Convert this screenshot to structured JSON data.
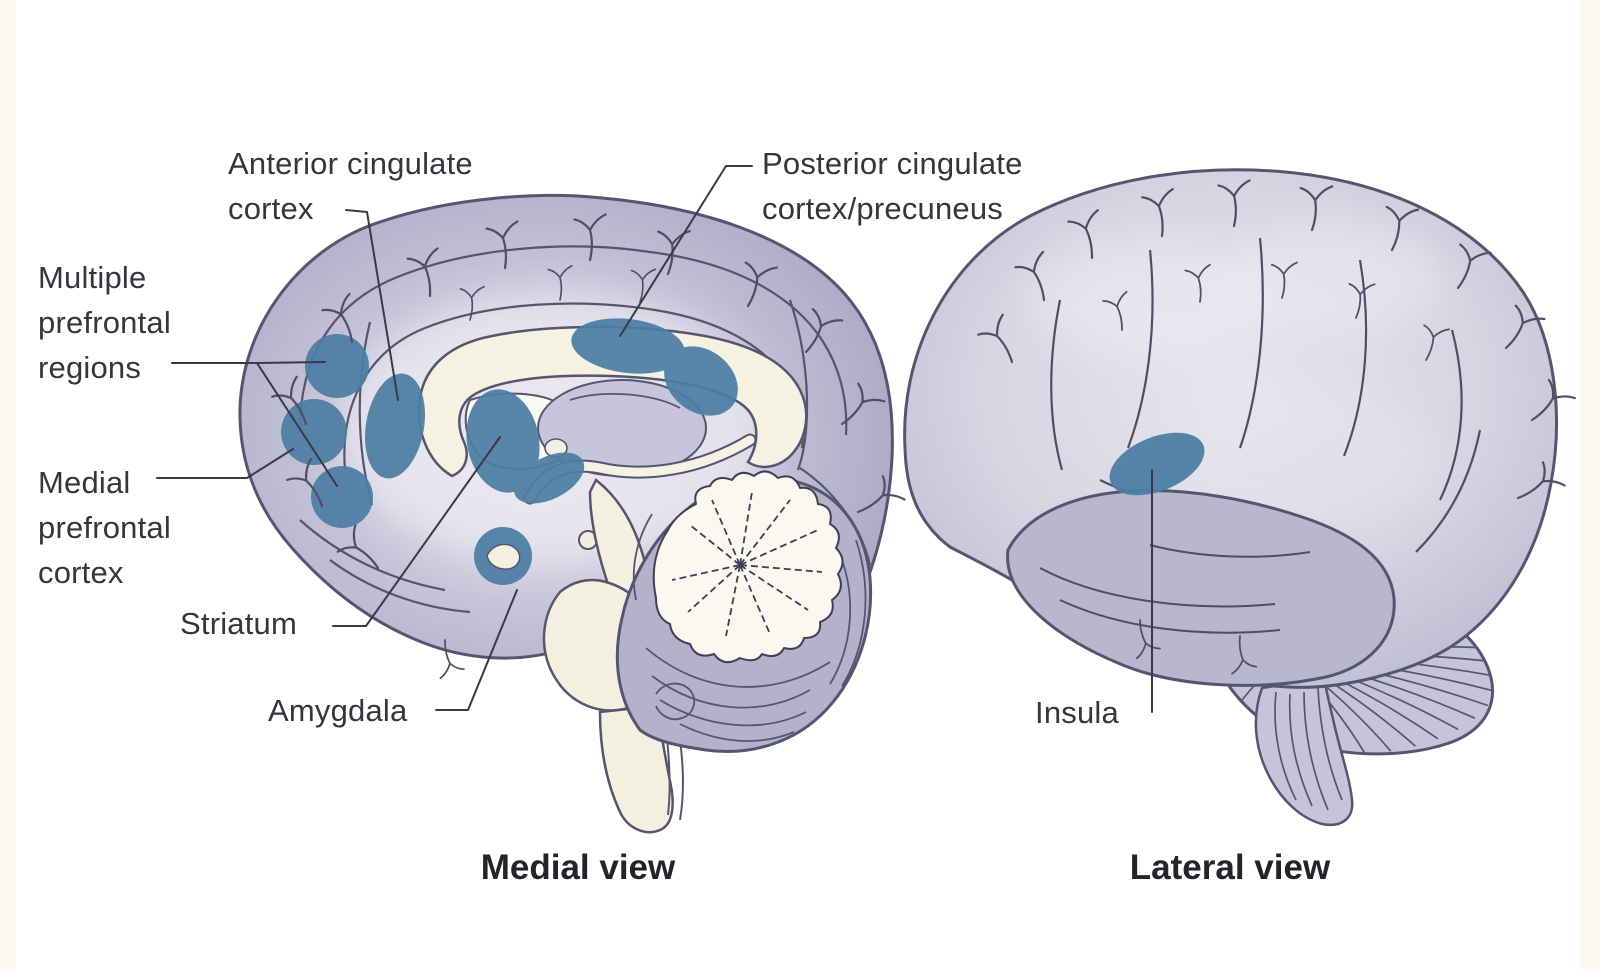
{
  "figure": {
    "title_hidden": "",
    "medial": {
      "caption": "Medial view",
      "labels": {
        "anterior_cingulate": "Anterior cingulate\ncortex",
        "posterior_cingulate": "Posterior cingulate\ncortex/precuneus",
        "multiple_prefrontal": "Multiple\nprefrontal\nregions",
        "medial_prefrontal": "Medial\nprefrontal\ncortex",
        "striatum": "Striatum",
        "amygdala": "Amygdala"
      },
      "highlighted_regions": [
        "Multiple prefrontal regions",
        "Medial prefrontal cortex",
        "Anterior cingulate cortex",
        "Striatum",
        "Posterior cingulate cortex/precuneus",
        "Amygdala"
      ]
    },
    "lateral": {
      "caption": "Lateral view",
      "labels": {
        "insula": "Insula"
      },
      "highlighted_regions": [
        "Insula"
      ]
    },
    "colors": {
      "highlight_blue": "#4c7ea5",
      "medial_cortex": "#a7a4c1",
      "lateral_cortex": "#b2b0c9",
      "inner_surface": "#c9c7da",
      "white_matter_cream": "#f6f2e1",
      "outline": "#565571",
      "label_text": "#35353d",
      "caption_text": "#232329",
      "background": "#ffffff"
    }
  }
}
